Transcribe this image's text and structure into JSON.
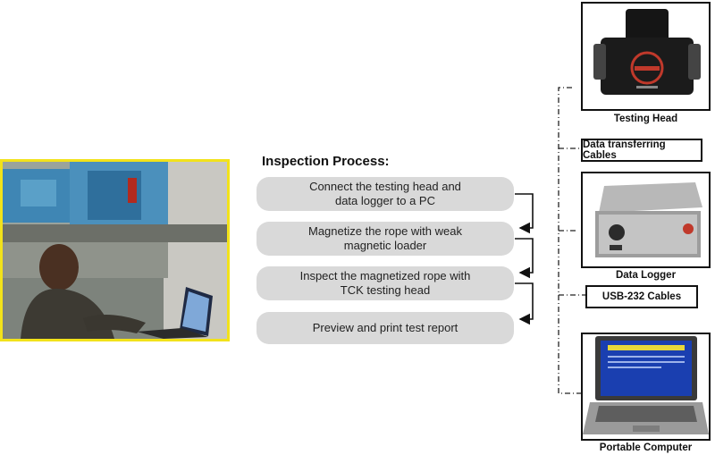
{
  "process": {
    "title": "Inspection Process:",
    "steps": [
      {
        "label": "Connect the testing head and\ndata logger to a PC"
      },
      {
        "label": "Magnetize the rope with weak\nmagnetic loader"
      },
      {
        "label": "Inspect the magnetized rope with\nTCK testing head"
      },
      {
        "label": "Preview and print test report"
      }
    ]
  },
  "equipment": {
    "testing_head": {
      "caption": "Testing Head"
    },
    "cable1": {
      "label": "Data transferring Cables"
    },
    "data_logger": {
      "caption": "Data Logger"
    },
    "cable2": {
      "label": "USB-232 Cables"
    },
    "computer": {
      "caption": "Portable Computer"
    }
  },
  "colors": {
    "photo_border": "#f2e21a",
    "step_fill": "#d9d9d9",
    "screen": "#1a3fb0"
  }
}
